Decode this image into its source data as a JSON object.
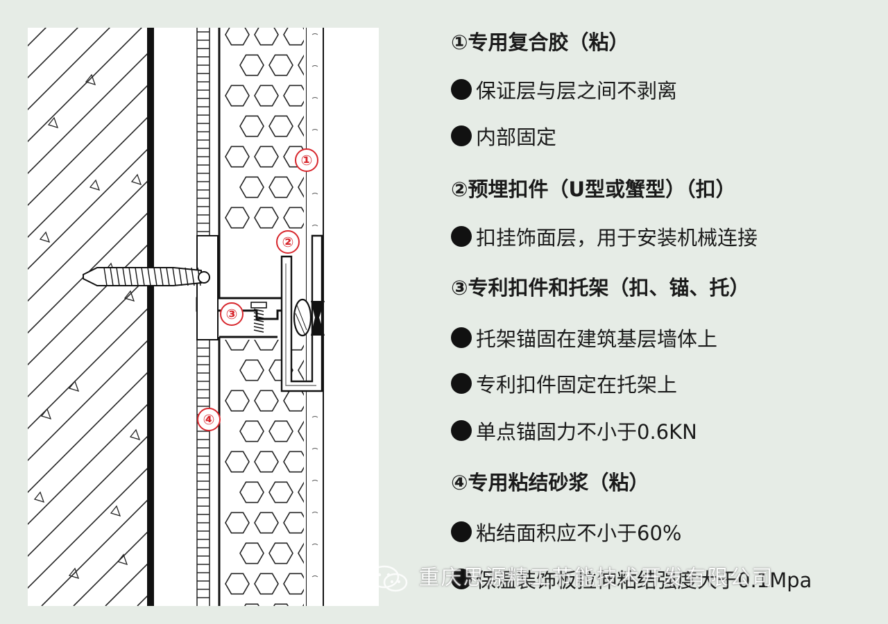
{
  "figure": {
    "callouts": [
      "①",
      "②",
      "③",
      "④"
    ]
  },
  "legend": {
    "sections": [
      {
        "title": "①专用复合胶（粘）",
        "bullets": [
          "保证层与层之间不剥离",
          "内部固定"
        ]
      },
      {
        "title": "②预埋扣件（U型或蟹型）（扣）",
        "bullets": [
          "扣挂饰面层，用于安装机械连接"
        ]
      },
      {
        "title": "③专利扣件和托架（扣、锚、托）",
        "bullets": [
          "托架锚固在建筑基层墙体上",
          "专利扣件固定在托架上",
          "单点锚固力不小于0.6KN"
        ]
      },
      {
        "title": "④专用粘结砂浆（粘）",
        "bullets": [
          "粘结面积应不小于60%",
          "保温装饰板拉伸粘结强度大于0.1Mpa"
        ]
      }
    ]
  },
  "watermark": {
    "text": "重庆思源精工节能技术开发有限公司"
  },
  "colors": {
    "callout": "#d7262c",
    "background": "#e6ece6"
  }
}
